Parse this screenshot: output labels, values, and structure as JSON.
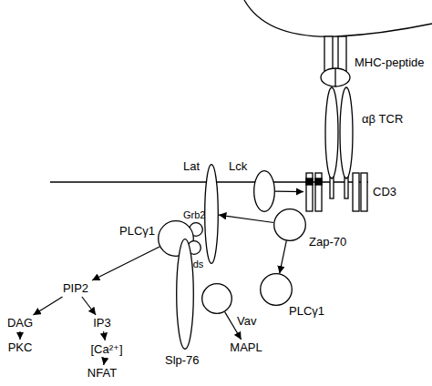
{
  "diagram": {
    "nodes": [
      {
        "text": [
          "MHC-peptide"
        ]
      },
      {
        "text": [
          "αβ TCR"
        ]
      },
      {
        "text": [
          "Lat"
        ]
      },
      {
        "text": [
          "Lck"
        ]
      },
      {
        "text": [
          "CD3"
        ]
      },
      {
        "text": [
          "Grb2"
        ]
      },
      {
        "text": [
          "Zap-70"
        ]
      },
      {
        "text": [
          "PLCγ1"
        ]
      },
      {
        "text": [
          "Gads"
        ]
      },
      {
        "text": [
          "PIP2"
        ]
      },
      {
        "text": [
          "Slp-76"
        ]
      },
      {
        "text": [
          "PLCγ1"
        ]
      },
      {
        "text": [
          "Vav"
        ]
      },
      {
        "text": [
          "DAG"
        ]
      },
      {
        "text": [
          "IP3"
        ]
      },
      {
        "text": [
          "MAPL"
        ]
      },
      {
        "text": [
          "PKC"
        ]
      },
      {
        "text": [
          "[Ca²⁺]"
        ]
      },
      {
        "text": [
          "NFAT"
        ]
      }
    ],
    "edges": [
      {
        "from": 3,
        "to": 4,
        "arrow": "to"
      },
      {
        "from": 6,
        "to": 2,
        "arrow": "to"
      },
      {
        "from": 6,
        "to": 11,
        "arrow": "to"
      },
      {
        "from": 7,
        "to": 9,
        "arrow": "to"
      },
      {
        "from": 9,
        "to": 13,
        "arrow": "to"
      },
      {
        "from": 9,
        "to": 14,
        "arrow": "to"
      },
      {
        "from": 12,
        "to": 15,
        "arrow": "to"
      },
      {
        "from": 13,
        "to": 16,
        "arrow": "to"
      },
      {
        "from": 14,
        "to": 17,
        "arrow": "to"
      },
      {
        "from": 17,
        "to": 18,
        "arrow": "to"
      }
    ]
  }
}
